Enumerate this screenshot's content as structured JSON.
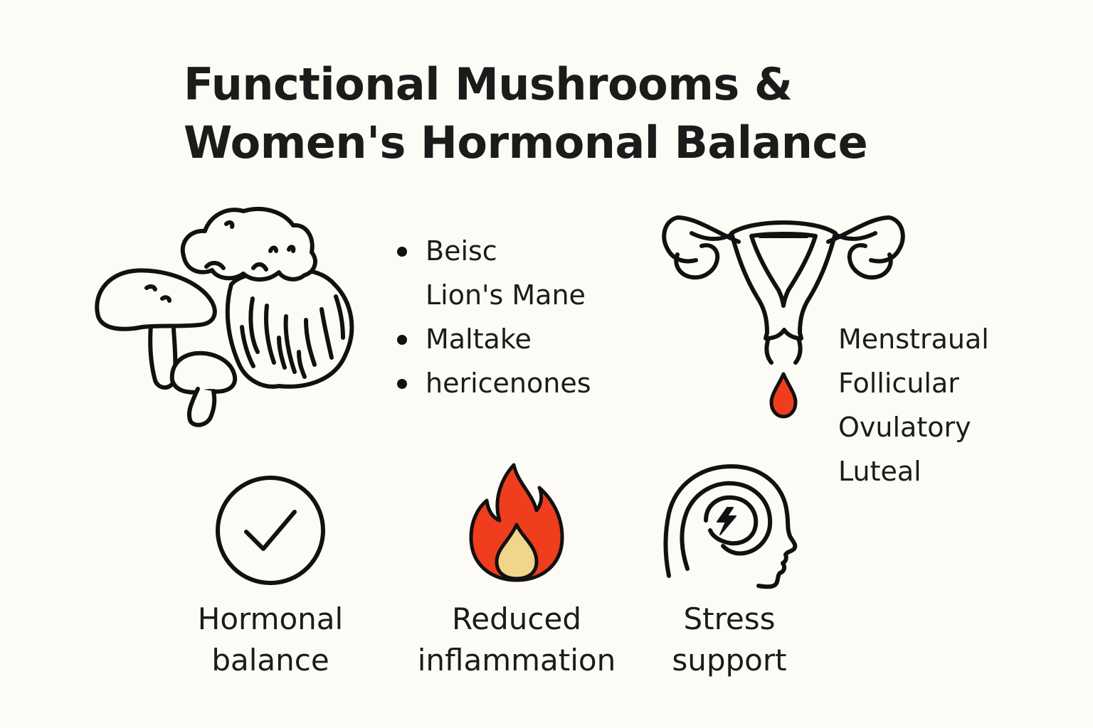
{
  "title": {
    "line1": "Functional Mushrooms &",
    "line2": "Women's Hormonal Balance"
  },
  "mushroom_list": [
    "Beisc",
    "Lion's Mane",
    "Maltake",
    "hericenones"
  ],
  "cycle_phases": [
    "Menstraual",
    "Follicular",
    "Ovulatory",
    "Luteal"
  ],
  "benefits": {
    "hormonal": {
      "line1": "Hormonal",
      "line2": "balance",
      "icon": "check-circle-icon"
    },
    "inflammation": {
      "line1": "Reduced",
      "line2": "inflammation",
      "icon": "flame-icon"
    },
    "stress": {
      "line1": "Stress",
      "line2": "support",
      "icon": "head-lightning-icon"
    }
  },
  "colors": {
    "background": "#fcfbf6",
    "text": "#1b1b1b",
    "accent_red": "#f03d1e",
    "accent_yellow": "#f0d58a"
  }
}
